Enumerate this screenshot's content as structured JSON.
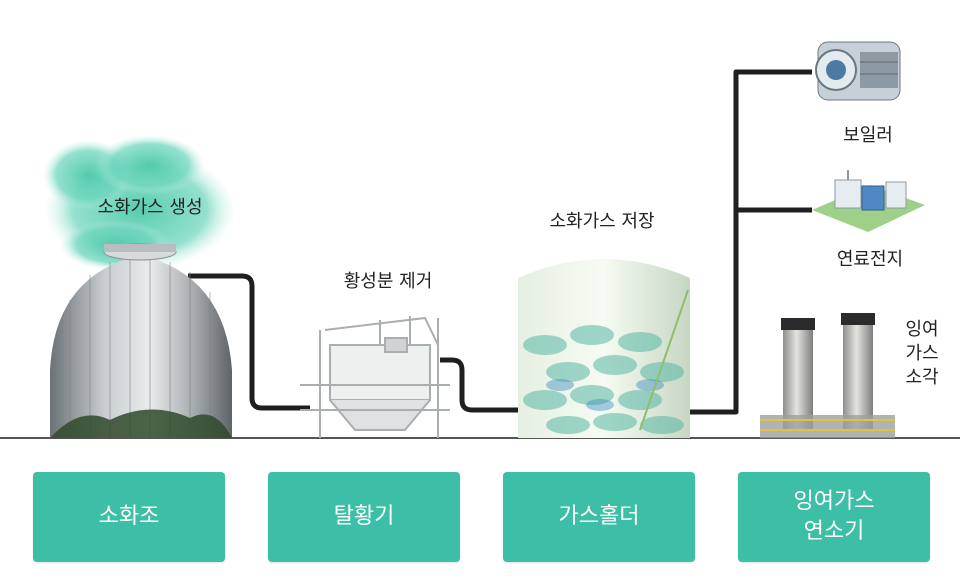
{
  "process_labels": {
    "digestion_gas_generation": "소화가스 생성",
    "sulfur_removal": "황성분 제거",
    "digestion_gas_storage": "소화가스 저장",
    "boiler": "보일러",
    "fuel_cell": "연료전지",
    "surplus_gas_incineration": [
      "잉여",
      "가스",
      "소각"
    ]
  },
  "stages": [
    {
      "label": "소화조"
    },
    {
      "label": "탈황기"
    },
    {
      "label": "가스홀더"
    },
    {
      "label_lines": [
        "잉여가스",
        "연소기"
      ]
    }
  ],
  "colors": {
    "stage_box": "#3dbfa7",
    "pipe": "#1f1f1f",
    "gas_cloud": "#5ed0b4",
    "ground_line": "#555555"
  }
}
